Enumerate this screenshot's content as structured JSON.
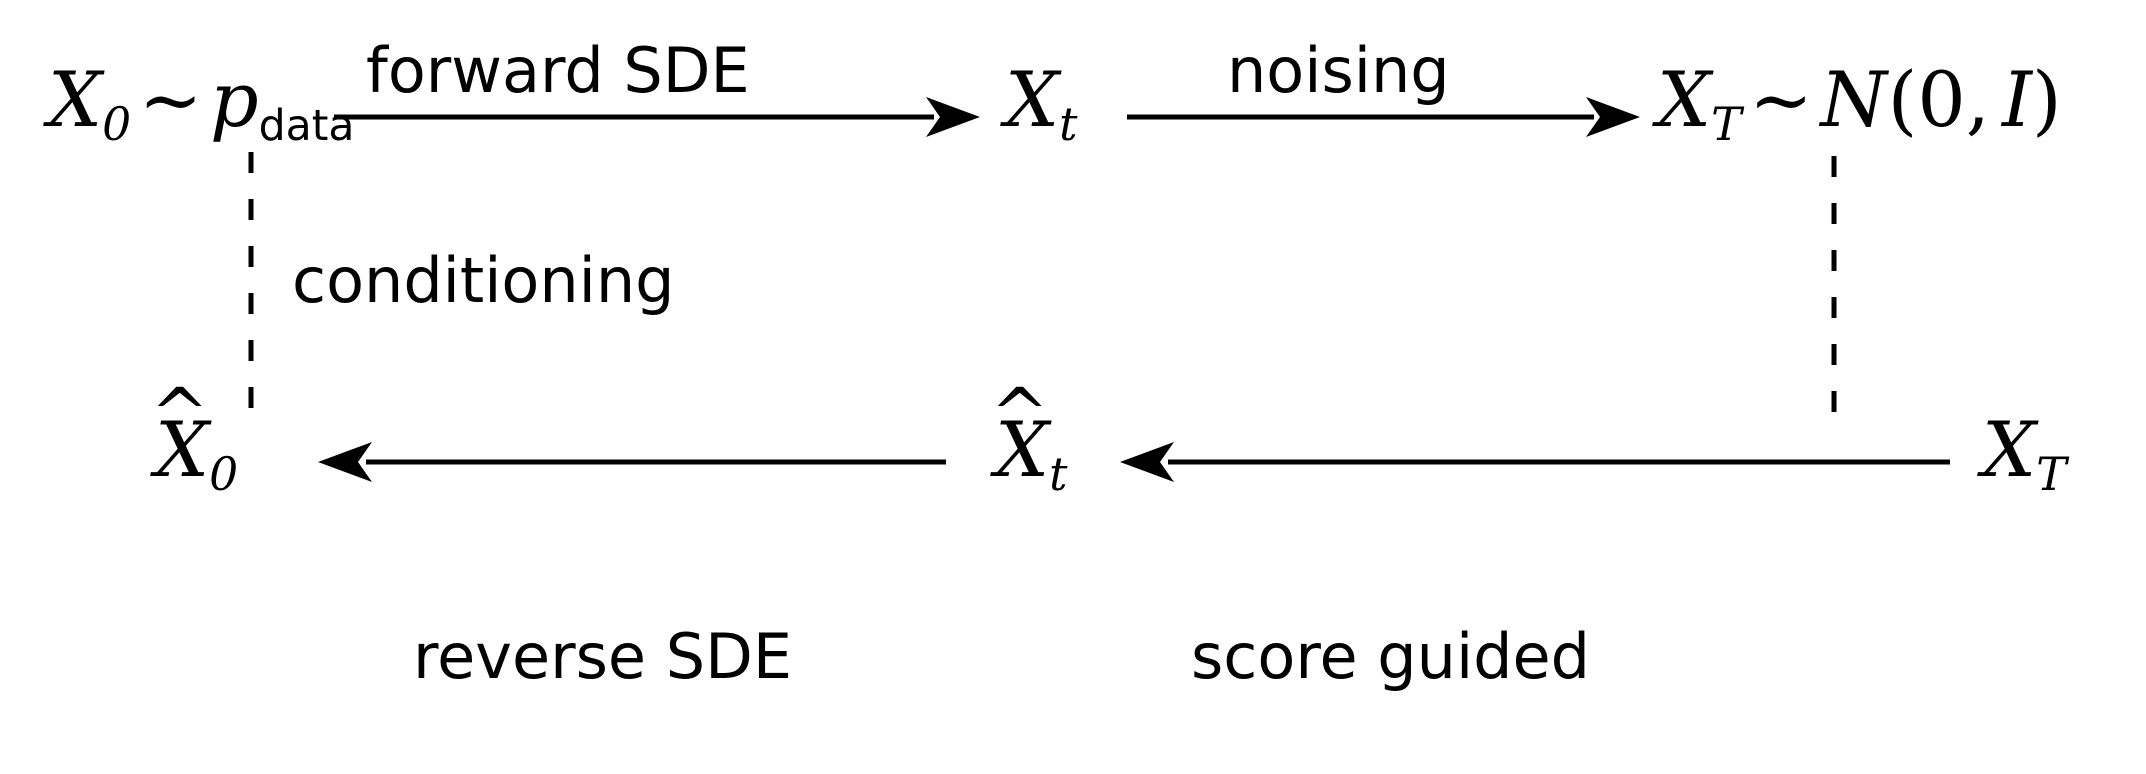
{
  "diagram": {
    "title": "Forward and reverse diffusion SDE process diagram",
    "ink_color": "#000000",
    "background_color": "#ffffff",
    "nodes": {
      "x0_data": {
        "symbol": "X",
        "subscript": "0",
        "relation": "~",
        "distribution_symbol": "p",
        "distribution_subscript": "data",
        "full_text": "X0 ~ p_data"
      },
      "xt": {
        "symbol": "X",
        "subscript": "t",
        "full_text": "X_t"
      },
      "xT_gaussian": {
        "symbol": "X",
        "subscript": "T",
        "relation": "~",
        "distribution_symbol": "N",
        "open_paren": "(",
        "mean": "0",
        "comma": ",",
        "covariance": "I",
        "close_paren": ")",
        "full_text": "X_T ~ N(0, I)"
      },
      "xhat0": {
        "hat": "^",
        "symbol": "X",
        "subscript": "0",
        "full_text": "X̂_0"
      },
      "xhat_t": {
        "hat": "^",
        "symbol": "X",
        "subscript": "t",
        "full_text": "X̂_t"
      },
      "xT_bottom": {
        "symbol": "X",
        "subscript": "T",
        "full_text": "X_T"
      }
    },
    "edges": {
      "forward_sde": {
        "label": "forward SDE",
        "direction": "right",
        "style": "solid"
      },
      "noising": {
        "label": "noising",
        "direction": "right",
        "style": "solid"
      },
      "reverse_sde": {
        "label": "reverse SDE",
        "direction": "left",
        "style": "solid"
      },
      "score_guided": {
        "label": "score guided",
        "direction": "left",
        "style": "solid"
      },
      "conditioning": {
        "label": "conditioning",
        "direction": "none",
        "style": "dashed"
      },
      "right_link": {
        "label": "",
        "direction": "none",
        "style": "dashed"
      }
    }
  }
}
